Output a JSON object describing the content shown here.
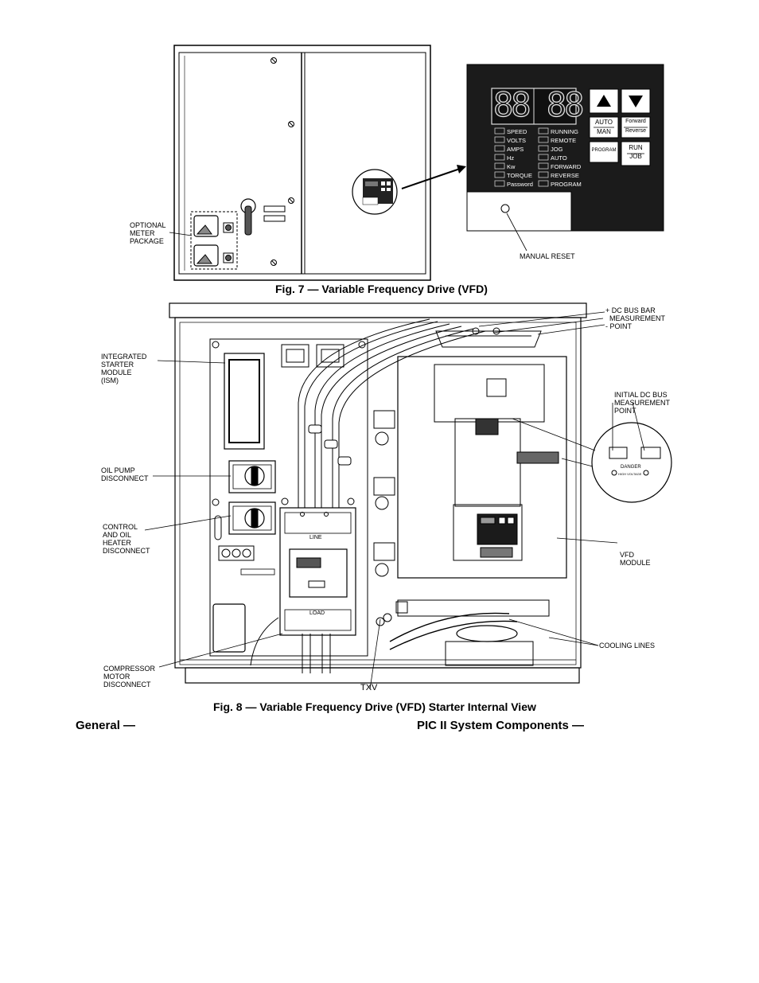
{
  "fig7": {
    "caption": "Fig. 7 — Variable Frequency Drive (VFD)",
    "labels": {
      "optional_meter_package": "OPTIONAL\nMETER\nPACKAGE",
      "manual_reset": "MANUAL RESET"
    },
    "keypad": {
      "display": "88 88",
      "left_indicators": [
        "SPEED",
        "VOLTS",
        "AMPS",
        "Hz",
        "Kw",
        "TORQUE",
        "Password"
      ],
      "right_indicators": [
        "RUNNING",
        "REMOTE",
        "JOG",
        "AUTO",
        "FORWARD",
        "REVERSE",
        "PROGRAM"
      ],
      "buttons": {
        "auto": "AUTO",
        "man": "MAN",
        "forward": "Forward",
        "reverse": "Reverse",
        "program": "PROGRAM",
        "run": "RUN",
        "job": "JOB"
      }
    }
  },
  "fig8": {
    "caption": "Fig. 8 — Variable Frequency Drive (VFD) Starter Internal View",
    "labels": {
      "dc_bus_bar": "+ DC BUS BAR\n  MEASUREMENT\n- POINT",
      "ism": "INTEGRATED\nSTARTER\nMODULE\n(ISM)",
      "initial_dc_bus": "INITIAL DC BUS\nMEASUREMENT\nPOINT",
      "oil_pump_disconnect": "OIL PUMP\nDISCONNECT",
      "control_oil_heater": "CONTROL\nAND OIL\nHEATER\nDISCONNECT",
      "vfd_module": "VFD\nMODULE",
      "cooling_lines": "COOLING LINES",
      "compressor_motor": "COMPRESSOR\nMOTOR\nDISCONNECT",
      "txv": "TXV",
      "line": "LINE",
      "load": "LOAD",
      "danger": "DANGER",
      "high_voltage": "HIGH VOLTAGE"
    }
  },
  "sections": {
    "general": "General —",
    "pic": "PIC II System Components —"
  }
}
